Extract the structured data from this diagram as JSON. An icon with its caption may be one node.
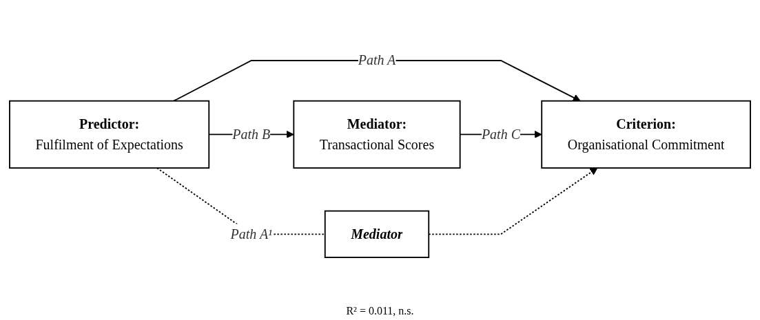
{
  "diagram": {
    "nodes": [
      {
        "text": [
          "Predictor:",
          "Fulfilment of Expectations"
        ]
      },
      {
        "text": [
          "Mediator:",
          "Transactional Scores"
        ]
      },
      {
        "text": [
          "Criterion:",
          "Organisational Commitment"
        ]
      },
      {
        "text": [
          "Mediator"
        ]
      }
    ],
    "edges": [
      {
        "from": 0,
        "to": 2,
        "arrow": "to",
        "label": "Path A"
      },
      {
        "from": 0,
        "to": 1,
        "arrow": "to",
        "label": "Path B"
      },
      {
        "from": 1,
        "to": 2,
        "arrow": "to",
        "label": "Path C"
      },
      {
        "from": 0,
        "to": 3,
        "arrow": "none",
        "label": "Path A¹",
        "style": "dashed"
      },
      {
        "from": 3,
        "to": 2,
        "arrow": "to",
        "style": "dashed"
      }
    ],
    "labels": [
      "R² = 0.011, n.s."
    ]
  }
}
